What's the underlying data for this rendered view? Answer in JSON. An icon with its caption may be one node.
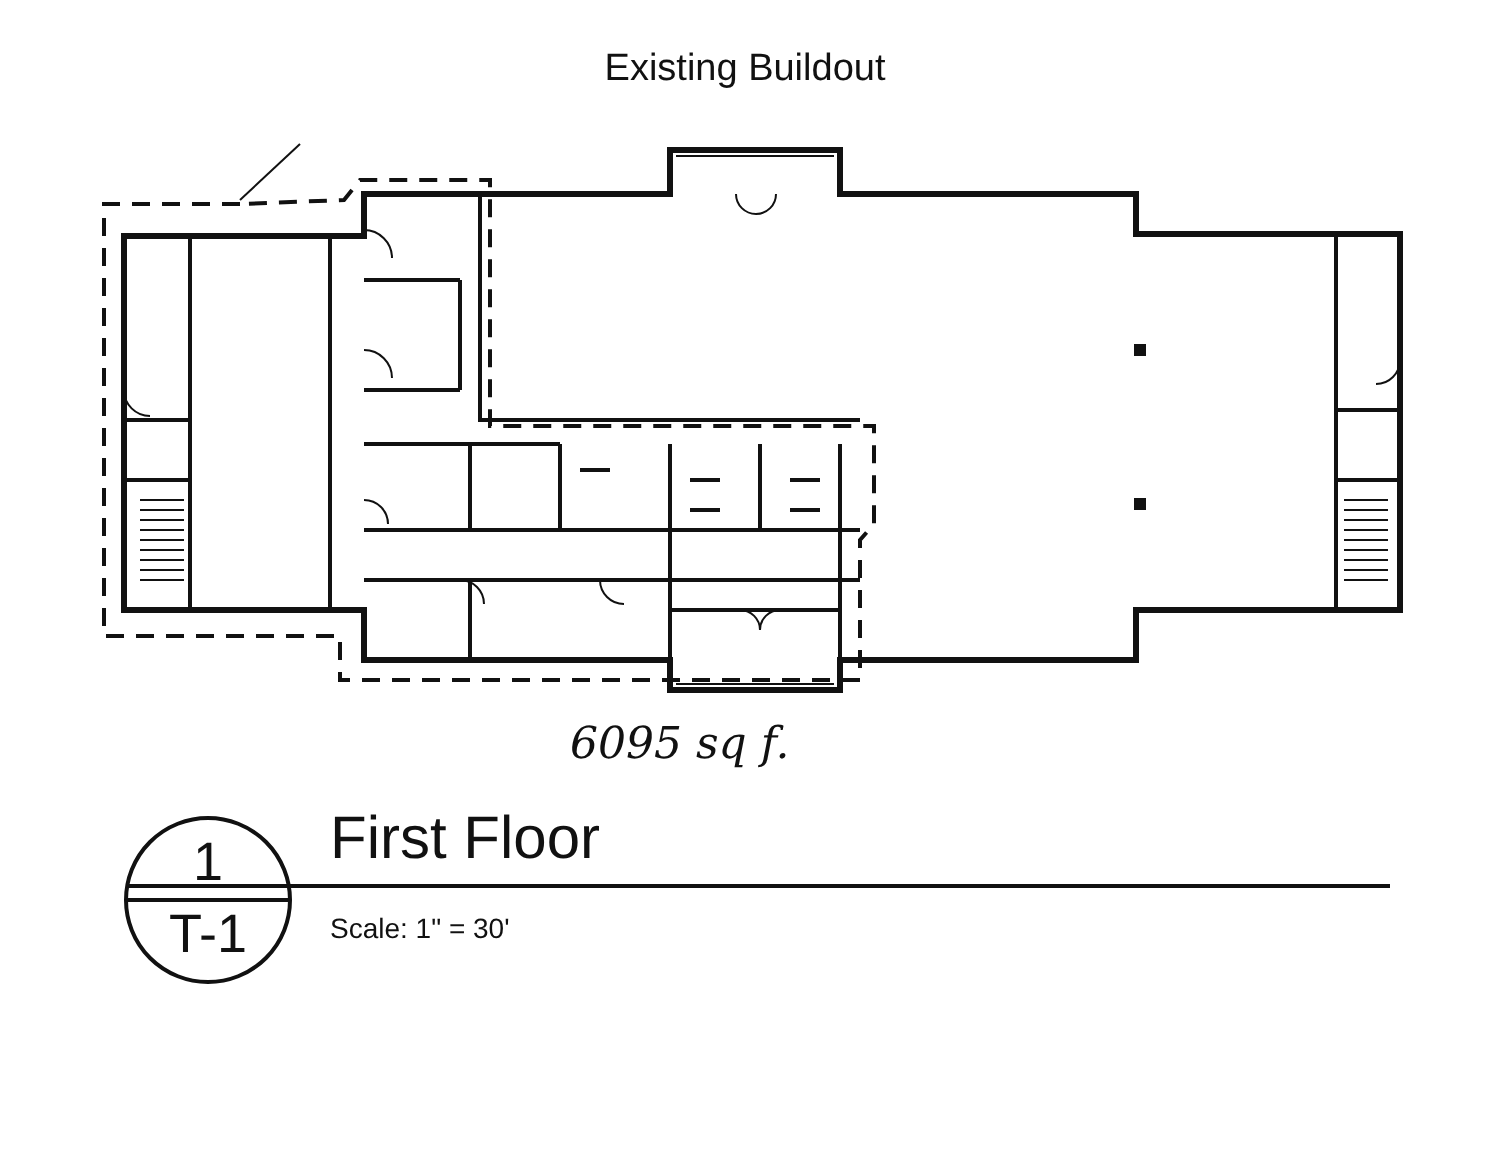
{
  "diagram": {
    "title": "Existing Buildout",
    "nodes": [
      {
        "text": [
          "1",
          "T-1"
        ]
      }
    ],
    "labels": [
      "6095 sq f.",
      "First Floor",
      "Scale: 1\" = 30'"
    ]
  }
}
